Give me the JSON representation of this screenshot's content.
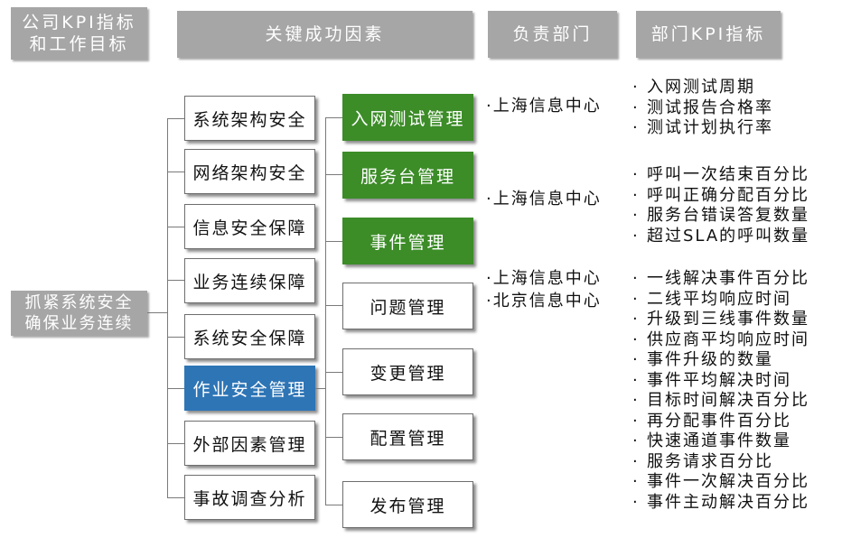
{
  "headers": {
    "col1_line1": "公司KPI指标",
    "col1_line2": "和工作目标",
    "col2": "关键成功因素",
    "col3": "负责部门",
    "col4": "部门KPI指标"
  },
  "root": {
    "line1": "抓紧系统安全",
    "line2": "确保业务连续"
  },
  "factors": [
    "系统架构安全",
    "网络架构安全",
    "信息安全保障",
    "业务连续保障",
    "系统安全保障",
    "作业安全管理",
    "外部因素管理",
    "事故调查分析"
  ],
  "processes": [
    "入网测试管理",
    "服务台管理",
    "事件管理",
    "问题管理",
    "变更管理",
    "配置管理",
    "发布管理"
  ],
  "departments": [
    "·上海信息中心",
    "·上海信息中心",
    "·上海信息中心",
    "·北京信息中心"
  ],
  "kpi_groups": [
    [
      "入网测试周期",
      "测试报告合格率",
      "测试计划执行率"
    ],
    [
      "呼叫一次结束百分比",
      "呼叫正确分配百分比",
      "服务台错误答复数量",
      "超过SLA的呼叫数量"
    ],
    [
      "一线解决事件百分比",
      "二线平均响应时间",
      "升级到三线事件数量",
      "供应商平均响应时间",
      "事件升级的数量",
      "事件平均解决时间",
      "目标时间解决百分比",
      "再分配事件百分比",
      "快速通道事件数量",
      "服务请求百分比",
      "事件一次解决百分比",
      "事件主动解决百分比"
    ]
  ],
  "colors": {
    "header_bg": "#a6a6a6",
    "highlight_blue": "#2e75b6",
    "highlight_green": "#3c8c28"
  }
}
